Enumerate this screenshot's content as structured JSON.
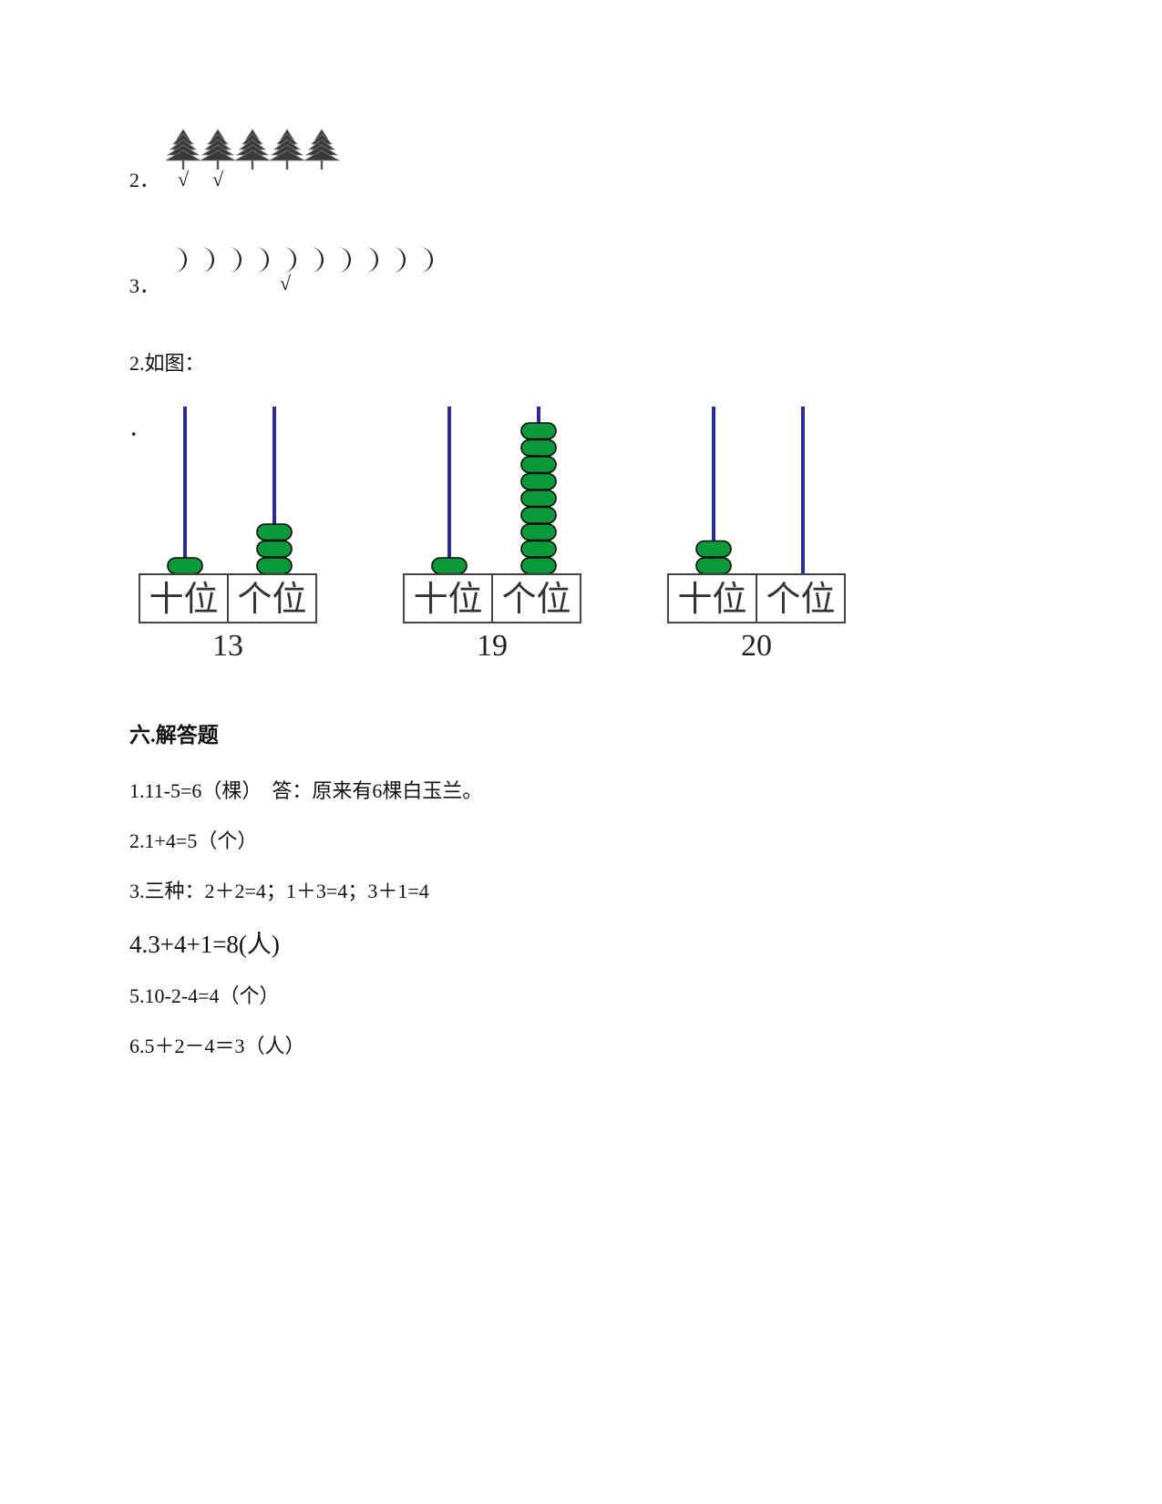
{
  "items": {
    "item2_number": "2．",
    "item3_number": "3．",
    "check_mark": "√",
    "trees_count": 5,
    "trees_checked": [
      1,
      2
    ],
    "moons_count": 10,
    "moons_checked": [
      5
    ]
  },
  "question2": {
    "title": "2.如图：",
    "dot": "."
  },
  "abacus": [
    {
      "tens_beads": 1,
      "ones_beads": 3,
      "tens_label": "十位",
      "ones_label": "个位",
      "number": "13"
    },
    {
      "tens_beads": 1,
      "ones_beads": 9,
      "tens_label": "十位",
      "ones_label": "个位",
      "number": "19"
    },
    {
      "tens_beads": 2,
      "ones_beads": 0,
      "tens_label": "十位",
      "ones_label": "个位",
      "number": "20"
    }
  ],
  "colors": {
    "rod": "#2b2aa6",
    "bead": "#0a9a3a",
    "bead_outline": "#0a0a0a",
    "box": "#444444"
  },
  "section6": {
    "heading": "六.解答题",
    "answers": [
      "1.11-5=6（棵）　答：原来有6棵白玉兰。",
      "2.1+4=5（个）",
      "3.三种：2＋2=4；1＋3=4；3＋1=4",
      "4.3+4+1=8(人)",
      "5.10-2-4=4（个）",
      "6.5＋2－4＝3（人）"
    ]
  }
}
